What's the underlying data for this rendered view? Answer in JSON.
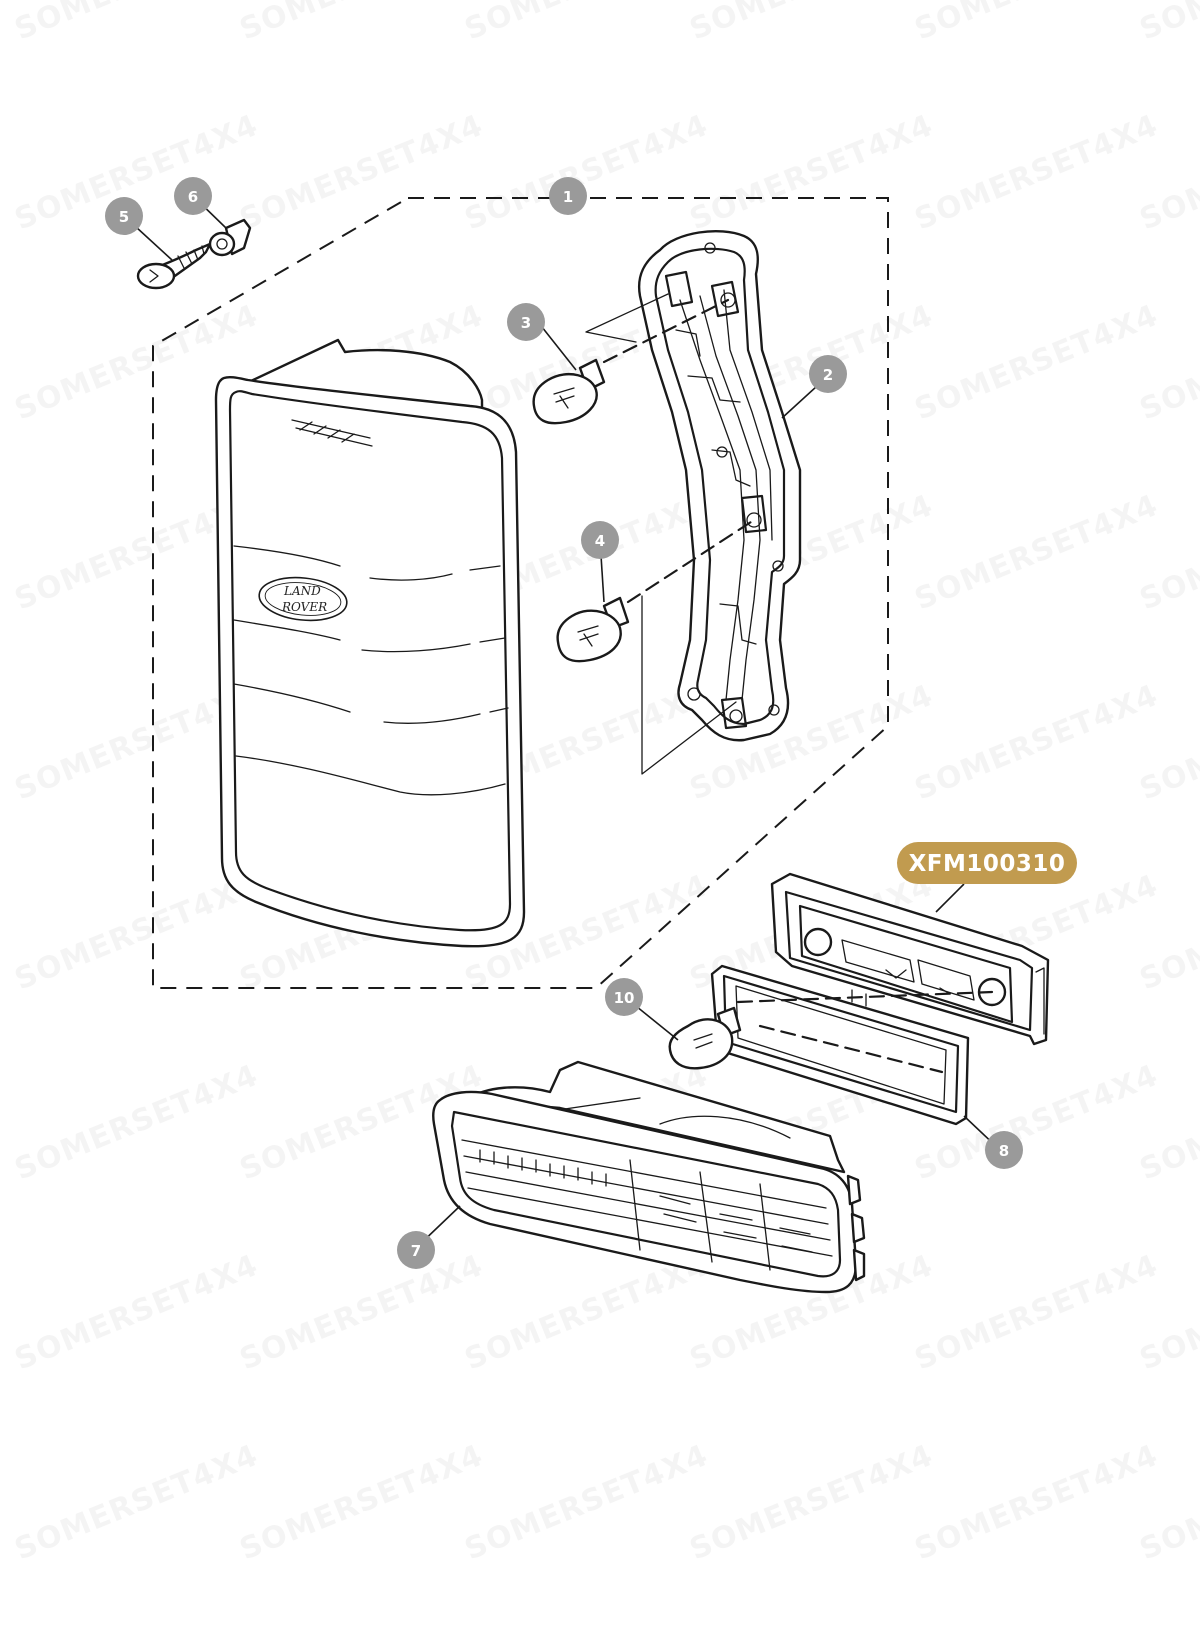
{
  "watermark": {
    "text": "SOMERSET4X4"
  },
  "callouts": [
    {
      "label": "1"
    },
    {
      "label": "2"
    },
    {
      "label": "3"
    },
    {
      "label": "4"
    },
    {
      "label": "5"
    },
    {
      "label": "6"
    },
    {
      "label": "7"
    },
    {
      "label": "8"
    },
    {
      "label": "10"
    }
  ],
  "part_number": {
    "label": "XFM100310",
    "color": "#c19b4f"
  },
  "logo": {
    "line1": "LAND",
    "line2": "ROVER"
  },
  "colors": {
    "callout": "#9a9a9a",
    "line": "#1a1a1a"
  }
}
